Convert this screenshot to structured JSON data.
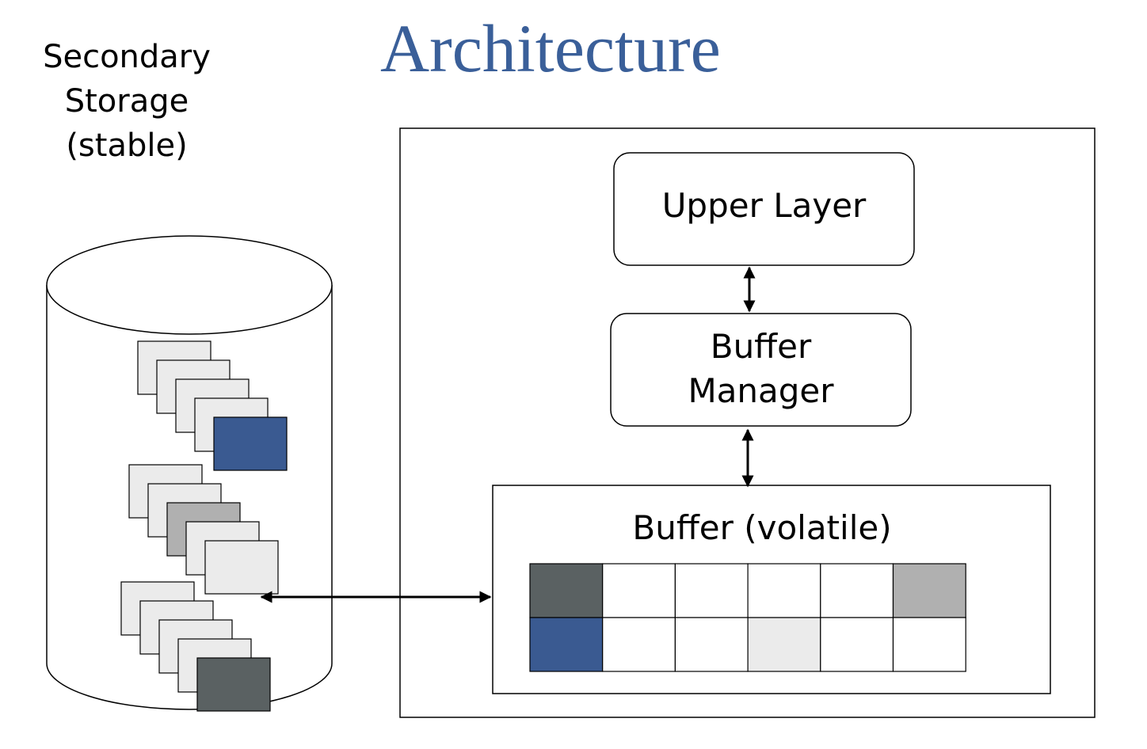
{
  "title": "Architecture",
  "storage": {
    "line1": "Secondary",
    "line2": "Storage",
    "line3": "(stable)"
  },
  "upper_layer": {
    "label": "Upper Layer"
  },
  "buffer_manager": {
    "line1": "Buffer",
    "line2": "Manager"
  },
  "buffer": {
    "label": "Buffer (volatile)",
    "grid_cells": [
      [
        "dark-gray",
        "empty",
        "empty",
        "empty",
        "empty",
        "medium-gray"
      ],
      [
        "blue",
        "empty",
        "empty",
        "light-gray",
        "empty",
        "empty"
      ]
    ]
  },
  "page_stacks": [
    [
      "light-gray",
      "light-gray",
      "light-gray",
      "light-gray",
      "blue"
    ],
    [
      "light-gray",
      "light-gray",
      "medium-gray",
      "light-gray",
      "light-gray"
    ],
    [
      "light-gray",
      "light-gray",
      "light-gray",
      "light-gray",
      "dark-gray"
    ]
  ],
  "colors": {
    "title": "#3a5f99",
    "blue": "#3a5a91",
    "dark-gray": "#5a6162",
    "medium-gray": "#b0b0b0",
    "light-gray": "#ebebeb",
    "empty": "#ffffff"
  },
  "icons": {
    "disk": "cylinder",
    "page": "rectangle",
    "arrow": "double-headed-arrow"
  }
}
